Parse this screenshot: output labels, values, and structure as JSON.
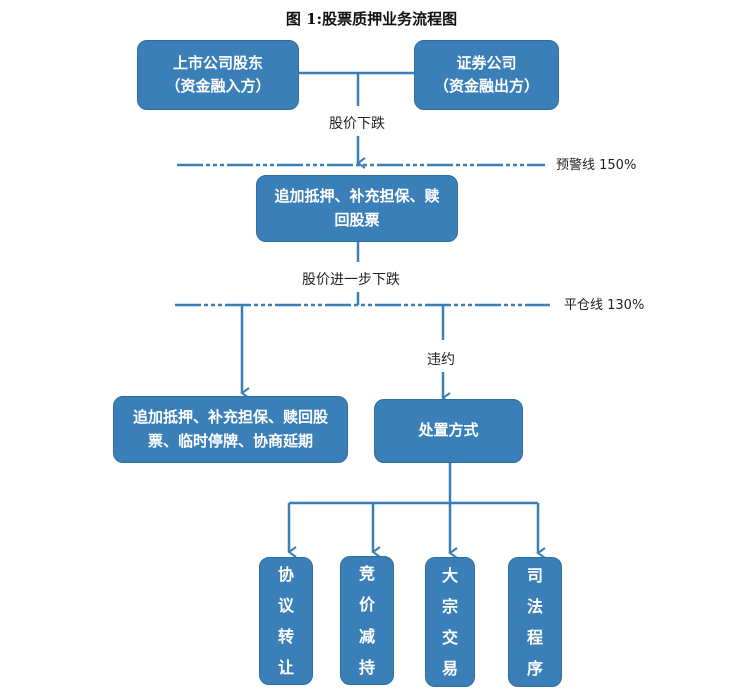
{
  "title": "图 1:股票质押业务流程图",
  "nodes": {
    "shareholder": {
      "line1": "上市公司股东",
      "line2": "（资金融入方）"
    },
    "securities": {
      "line1": "证券公司",
      "line2": "（资金融出方）"
    },
    "warning_action": {
      "line1": "追加抵押、补充担保、赎",
      "line2": "回股票"
    },
    "liquidation_action": {
      "line1": "追加抵押、补充担保、赎回股",
      "line2": "票、临时停牌、协商延期"
    },
    "disposal": {
      "label": "处置方式"
    },
    "methods": [
      {
        "chars": [
          "协",
          "议",
          "转",
          "让"
        ]
      },
      {
        "chars": [
          "竞",
          "价",
          "减",
          "持"
        ]
      },
      {
        "chars": [
          "大",
          "宗",
          "交",
          "易"
        ]
      },
      {
        "chars": [
          "司",
          "法",
          "程",
          "序"
        ]
      }
    ]
  },
  "labels": {
    "price_drop": "股价下跌",
    "warning_line": "预警线 150%",
    "price_drop_further": "股价进一步下跌",
    "liquidation_line": "平仓线 130%",
    "default": "违约"
  },
  "colors": {
    "box": "#3a7fb8",
    "line": "#3a7fb8"
  }
}
